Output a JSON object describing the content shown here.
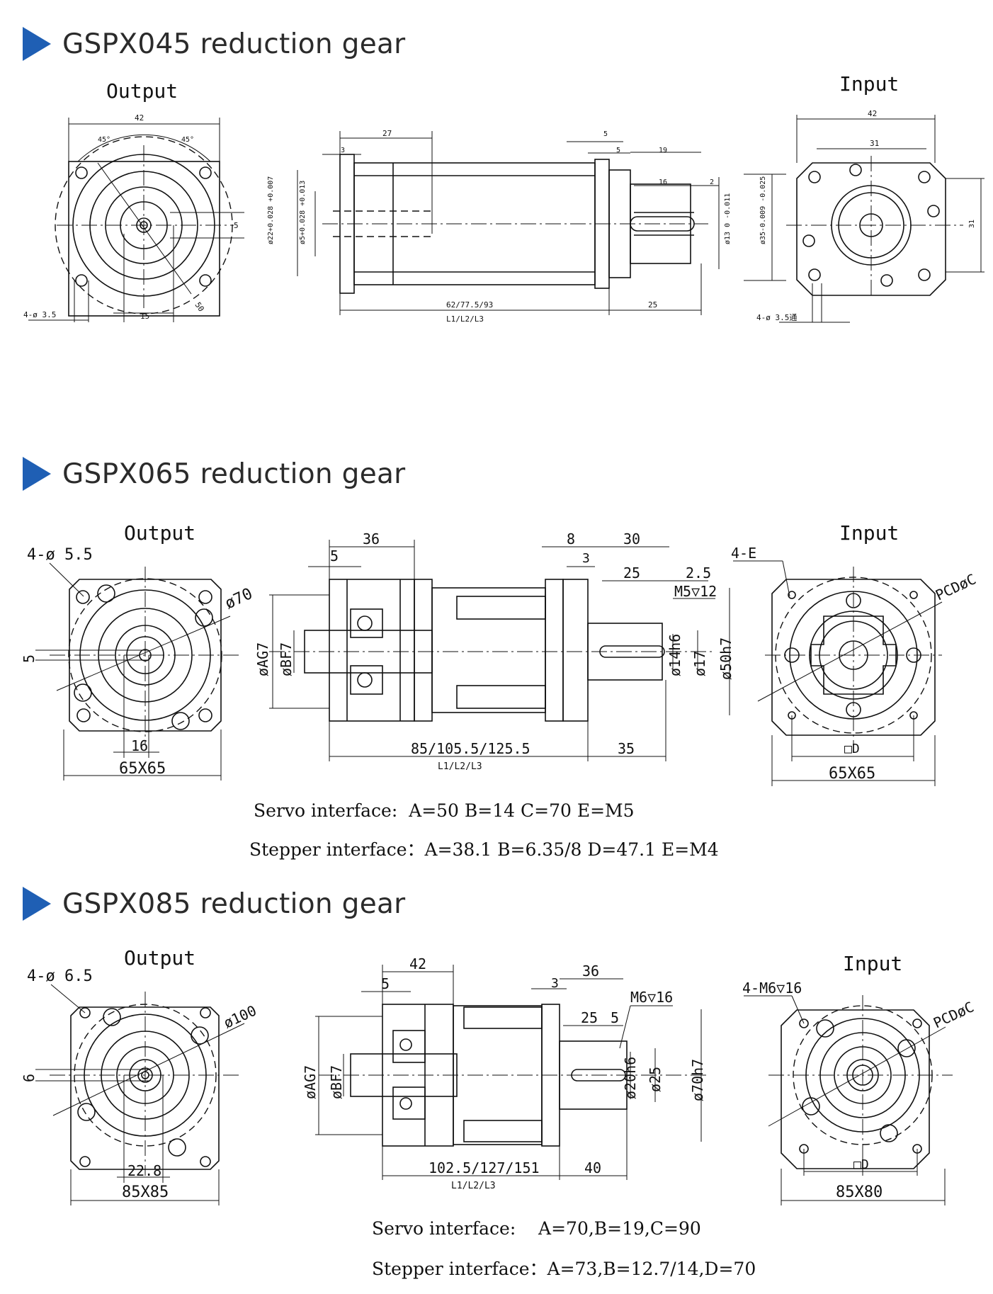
{
  "sections": [
    {
      "title": "GSPX045  reduction gear",
      "output_label": "Output",
      "input_label": "Input",
      "dims": {
        "out_square": "42",
        "angle_a": "45°",
        "angle_b": "45°",
        "out_holes": "4-ø 3.5",
        "out_key": "15",
        "out_pcd": "50",
        "out_keyw": "5",
        "side_27": "27",
        "side_3": "3",
        "side_5a": "5",
        "side_5b": "5",
        "side_19": "19",
        "side_16": "16",
        "side_2": "2",
        "side_22": "ø22+0.028 +0.007",
        "side_5tol": "ø5+0.028 +0.013",
        "side_13": "ø13 0 -0.011",
        "side_35": "ø35-0.009 -0.025",
        "side_len": "62/77.5/93",
        "side_len_label": "L1/L2/L3",
        "side_25": "25",
        "in_square": "42",
        "in_31a": "31",
        "in_31b": "31",
        "in_holes": "4-ø 3.5通"
      }
    },
    {
      "title": "GSPX065  reduction gear",
      "output_label": "Output",
      "input_label": "Input",
      "dims": {
        "out_holes": "4-ø 5.5",
        "out_pcd": "ø70",
        "out_keyw": "5",
        "out_key": "16",
        "out_square": "65X65",
        "side_36": "36",
        "side_5": "5",
        "side_8": "8",
        "side_30": "30",
        "side_3": "3",
        "side_25": "25",
        "side_2_5": "2.5",
        "side_m5": "M5▽12",
        "side_ag7": "øAG7",
        "side_bf7": "øBF7",
        "side_14": "ø14h6",
        "side_17": "ø17",
        "side_50": "ø50h7",
        "side_len": "85/105.5/125.5",
        "side_len_label": "L1/L2/L3",
        "side_35": "35",
        "in_e": "4-E",
        "in_pcd": "PCDøC",
        "in_d": "□D",
        "in_square": "65X65"
      },
      "notes": [
        "Servo interface:  A=50 B=14 C=70 E=M5",
        "Stepper interface：A=38.1 B=6.35/8 D=47.1 E=M4"
      ]
    },
    {
      "title": "GSPX085  reduction gear",
      "output_label": "Output",
      "input_label": "Input",
      "dims": {
        "out_holes": "4-ø 6.5",
        "out_pcd": "ø100",
        "out_keyw": "6",
        "out_key": "22.8",
        "out_square": "85X85",
        "side_42": "42",
        "side_5": "5",
        "side_3": "3",
        "side_36": "36",
        "side_m6": "M6▽16",
        "side_25": "25",
        "side_5b": "5",
        "side_ag7": "øAG7",
        "side_bf7": "øBF7",
        "side_20": "ø20h6",
        "side_25d": "ø25",
        "side_70": "ø70h7",
        "side_len": "102.5/127/151",
        "side_len_label": "L1/L2/L3",
        "side_40": "40",
        "in_m6": "4-M6▽16",
        "in_pcd": "PCDøC",
        "in_d": "□D",
        "in_square": "85X80"
      },
      "notes": [
        "Servo interface:    A=70,B=19,C=90",
        "Stepper interface：A=73,B=12.7/14,D=70"
      ]
    }
  ]
}
